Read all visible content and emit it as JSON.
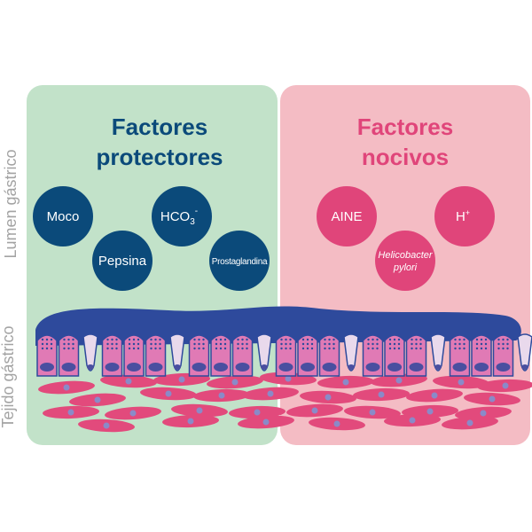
{
  "panels": {
    "protective": {
      "title_line1": "Factores",
      "title_line2": "protectores",
      "title_color": "#0b4a7a",
      "background": "#c2e2c9",
      "factors": [
        {
          "label": "Moco"
        },
        {
          "label": "HCO",
          "subscript": "3",
          "superscript": "-"
        },
        {
          "label": "Pepsina"
        },
        {
          "label": "Prostaglandina"
        }
      ],
      "circle_color": "#0b4a7a"
    },
    "harmful": {
      "title_line1": "Factores",
      "title_line2": "nocivos",
      "title_color": "#e0457a",
      "background": "#f4bcc4",
      "factors": [
        {
          "label": "AINE"
        },
        {
          "label": "H",
          "superscript": "+"
        },
        {
          "label_line1": "Helicobacter",
          "label_line2": "pylori",
          "italic": true
        }
      ],
      "circle_color": "#e0457a"
    }
  },
  "side_labels": {
    "lumen": "Lumen gástrico",
    "tejido": "Tejido gástrico"
  },
  "tissue_colors": {
    "mucus": "#2e4a9c",
    "epithelial_cell": "#e07ab5",
    "cell_nucleus": "#4a4fa0",
    "goblet_cell": "#e9d9ec",
    "stromal_cell": "#e24a7c",
    "stromal_nucleus": "#8a8ac8"
  }
}
